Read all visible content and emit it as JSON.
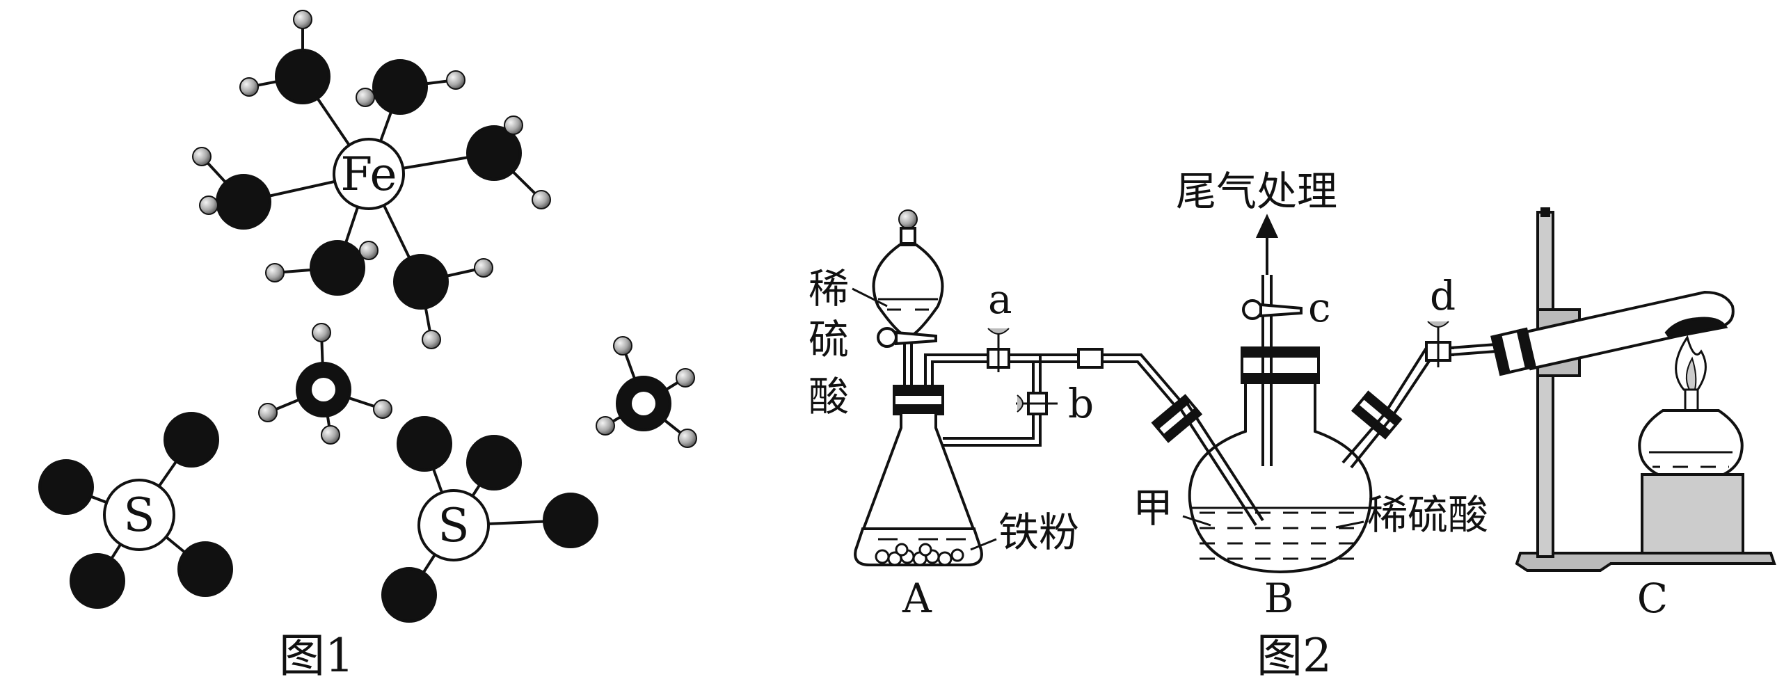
{
  "figure1": {
    "caption": "图1",
    "fe_label": "Fe",
    "s_label_1": "S",
    "s_label_2": "S"
  },
  "figure2": {
    "caption": "图2",
    "tail_gas": "尾气处理",
    "dilute_acid_vertical": [
      "稀",
      "硫",
      "酸"
    ],
    "valve_a": "a",
    "valve_b": "b",
    "valve_c": "c",
    "valve_d": "d",
    "iron_powder": "铁粉",
    "jia": "甲",
    "dilute_acid_b": "稀硫酸",
    "label_A": "A",
    "label_B": "B",
    "label_C": "C"
  },
  "colors": {
    "ink": "#111111",
    "ligand": "#111111",
    "h_atom": "#9a9a9a",
    "flask_fill": "#e6e6e6"
  }
}
